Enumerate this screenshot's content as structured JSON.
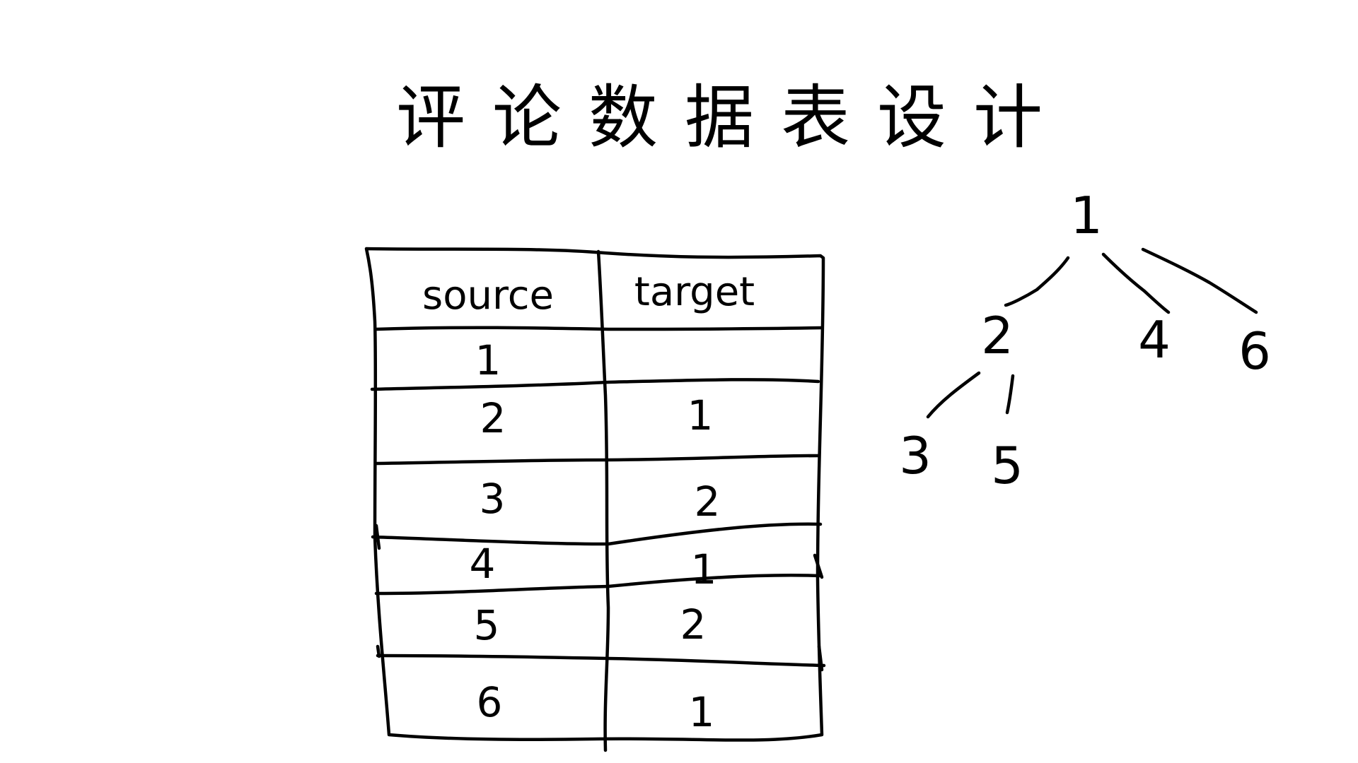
{
  "title": "评论数据表设计",
  "table": {
    "headers": [
      "source",
      "target"
    ],
    "rows": [
      {
        "source": "1",
        "target": ""
      },
      {
        "source": "2",
        "target": "1"
      },
      {
        "source": "3",
        "target": "2"
      },
      {
        "source": "4",
        "target": "1"
      },
      {
        "source": "5",
        "target": "2"
      },
      {
        "source": "6",
        "target": "1"
      }
    ]
  },
  "tree": {
    "nodes": [
      {
        "id": "1",
        "label": "1"
      },
      {
        "id": "2",
        "label": "2"
      },
      {
        "id": "4",
        "label": "4"
      },
      {
        "id": "6",
        "label": "6"
      },
      {
        "id": "3",
        "label": "3"
      },
      {
        "id": "5",
        "label": "5"
      }
    ],
    "edges": [
      {
        "from": "1",
        "to": "2"
      },
      {
        "from": "1",
        "to": "4"
      },
      {
        "from": "1",
        "to": "6"
      },
      {
        "from": "2",
        "to": "3"
      },
      {
        "from": "2",
        "to": "5"
      }
    ]
  },
  "colors": {
    "ink": "#000000",
    "paper": "#ffffff"
  }
}
